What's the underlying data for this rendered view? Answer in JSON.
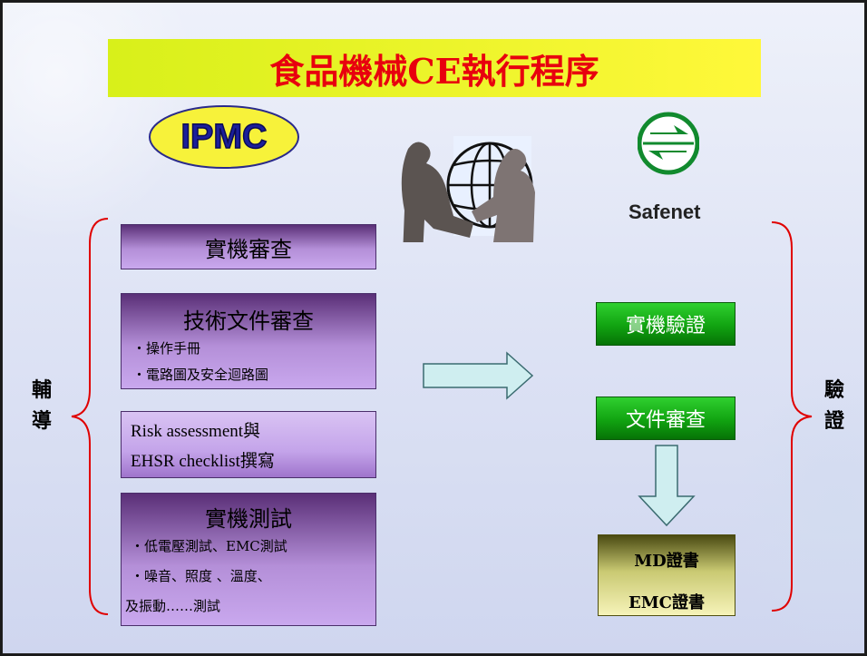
{
  "title": "食品機械CE執行程序",
  "logos": {
    "ipmc": "IPMC",
    "safenet": "Safenet"
  },
  "left_label": [
    "輔",
    "導"
  ],
  "right_label": [
    "驗",
    "證"
  ],
  "left_boxes": {
    "machine_review": "實機審查",
    "tech_doc": {
      "heading": "技術文件審查",
      "items": [
        "・操作手冊",
        "・電路圖及安全迴路圖"
      ]
    },
    "risk": {
      "line1": "Risk assessment與",
      "line2": "EHSR checklist撰寫"
    },
    "machine_test": {
      "heading": "實機測試",
      "line1": "・低電壓測試、EMC測試",
      "line2": "・噪音、照度 、溫度、",
      "line3": "及振動……測試"
    }
  },
  "right_boxes": {
    "machine_verify": "實機驗證",
    "doc_review": "文件審查",
    "certs": [
      "MD證書",
      "EMC證書"
    ]
  },
  "colors": {
    "title_text": "#e8000e",
    "title_bg": "#fff83a",
    "brace": "#e00000",
    "arrow_fill": "#cfeef0"
  }
}
